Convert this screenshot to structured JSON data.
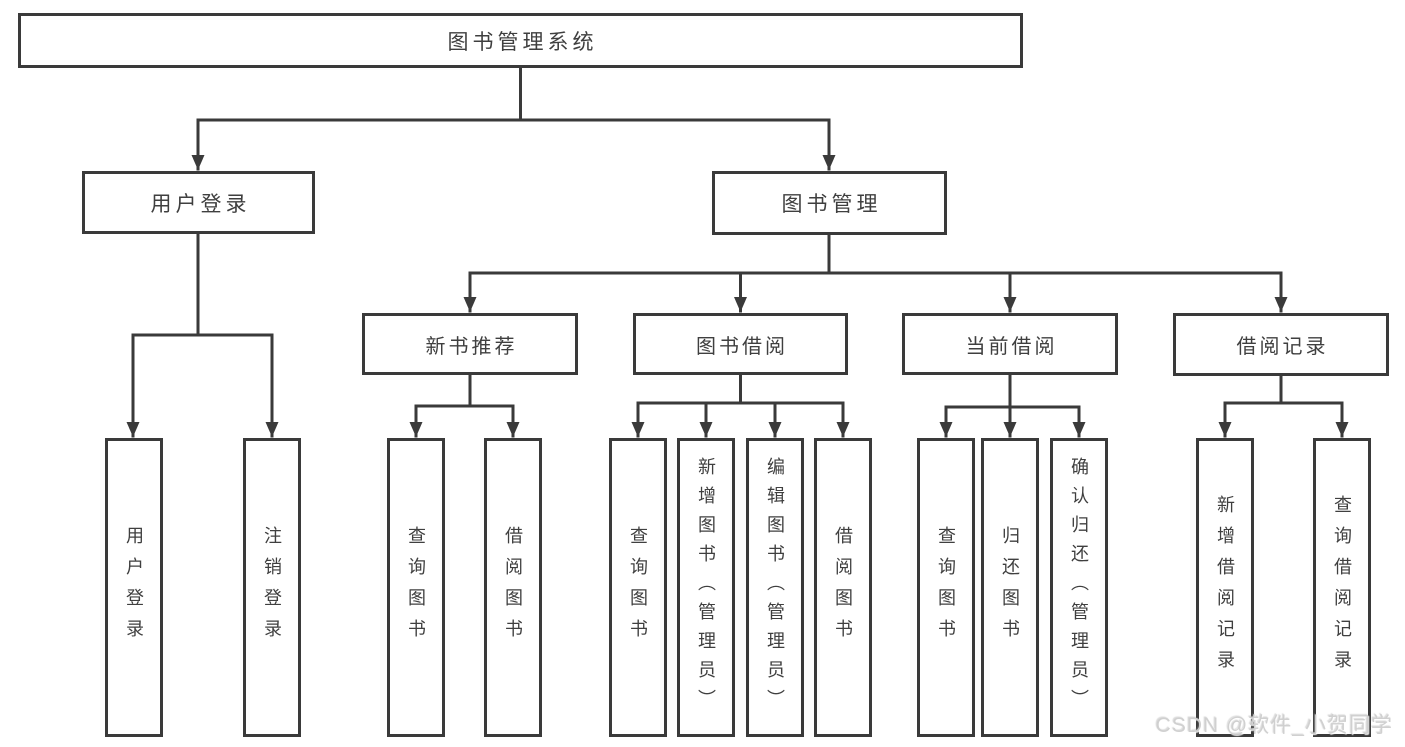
{
  "diagram": {
    "title": "图书管理系统",
    "root": {
      "label": "图书管理系统"
    },
    "branches": [
      {
        "label": "用户登录",
        "children": [
          {
            "label": "用户登录"
          },
          {
            "label": "注销登录"
          }
        ]
      },
      {
        "label": "图书管理",
        "children": [
          {
            "label": "新书推荐",
            "children": [
              {
                "label": "查询图书"
              },
              {
                "label": "借阅图书"
              }
            ]
          },
          {
            "label": "图书借阅",
            "children": [
              {
                "label": "查询图书"
              },
              {
                "label": "新增图书（管理员）"
              },
              {
                "label": "编辑图书（管理员）"
              },
              {
                "label": "借阅图书"
              }
            ]
          },
          {
            "label": "当前借阅",
            "children": [
              {
                "label": "查询图书"
              },
              {
                "label": "归还图书"
              },
              {
                "label": "确认归还（管理员）"
              }
            ]
          },
          {
            "label": "借阅记录",
            "children": [
              {
                "label": "新增借阅记录"
              },
              {
                "label": "查询借阅记录"
              }
            ]
          }
        ]
      }
    ]
  },
  "watermark": {
    "text": "CSDN @软件_小贺同学"
  },
  "colors": {
    "line": "#3a3a3a",
    "text": "#3f3f3f",
    "background": "#ffffff",
    "watermark": "#cecece"
  }
}
